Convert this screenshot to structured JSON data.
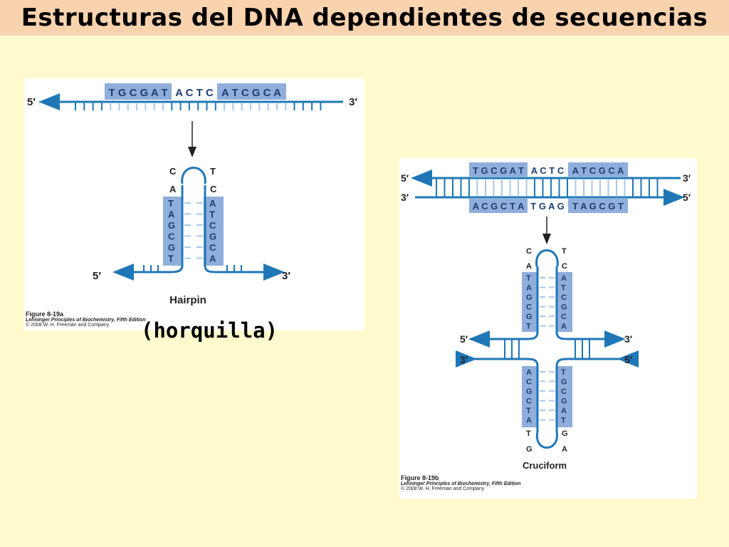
{
  "slide": {
    "title": "Estructuras del DNA dependientes de secuencias",
    "annotation": "(horquilla)"
  },
  "colors": {
    "title_bar": "#F8D3AE",
    "background": "#FFFACD",
    "strand_blue": "#1F77B7",
    "box_blue": "#8FAEDB",
    "rung_light": "#A9C8E6"
  },
  "figure_a": {
    "sequence_left_box": "T G C G A T",
    "sequence_middle": "A C T C",
    "sequence_right_box": "A T C G C A",
    "end_5": "5′",
    "end_3": "3′",
    "loop_left": [
      "C",
      "A"
    ],
    "loop_right": [
      "T",
      "C"
    ],
    "stem_left": [
      "T",
      "A",
      "G",
      "C",
      "G",
      "T"
    ],
    "stem_right": [
      "A",
      "T",
      "C",
      "G",
      "C",
      "A"
    ],
    "structure_label": "Hairpin",
    "caption_number": "Figure 8-19a",
    "caption_book": "Lehninger Principles of Biochemistry, Fifth Edition",
    "caption_copyright": "© 2008 W. H. Freeman and Company"
  },
  "figure_b": {
    "top_left_box": "T G C G A T",
    "top_middle": "A C T C",
    "top_right_box": "A T C G C A",
    "bottom_left_box": "A C G C T A",
    "bottom_middle": "T G A G",
    "bottom_right_box": "T A G C G T",
    "end_5": "5′",
    "end_3": "3′",
    "upper_loop_left": [
      "C",
      "A"
    ],
    "upper_loop_right": [
      "T",
      "C"
    ],
    "upper_stem_left": [
      "T",
      "A",
      "G",
      "C",
      "G",
      "T"
    ],
    "upper_stem_right": [
      "A",
      "T",
      "C",
      "G",
      "C",
      "A"
    ],
    "lower_stem_left": [
      "A",
      "C",
      "G",
      "C",
      "T",
      "A"
    ],
    "lower_stem_right": [
      "T",
      "G",
      "C",
      "G",
      "A",
      "T"
    ],
    "lower_loop_left": [
      "T",
      "G"
    ],
    "lower_loop_right": [
      "G",
      "A"
    ],
    "structure_label": "Cruciform",
    "caption_number": "Figure 8-19b",
    "caption_book": "Lehninger Principles of Biochemistry, Fifth Edition",
    "caption_copyright": "© 2008 W. H. Freeman and Company"
  }
}
